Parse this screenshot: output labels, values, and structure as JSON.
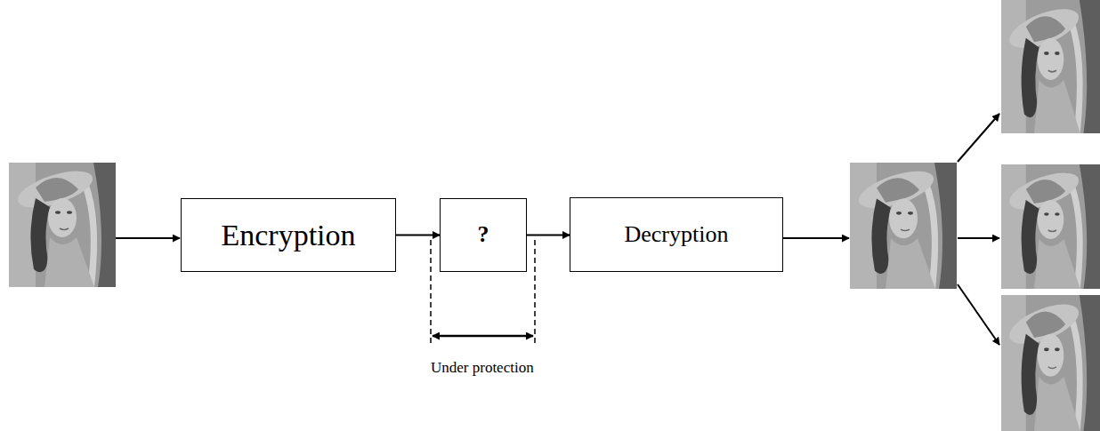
{
  "diagram": {
    "nodes": [
      {
        "text": [
          "Encryption"
        ]
      },
      {
        "text": [
          "?"
        ]
      },
      {
        "text": [
          "Decryption"
        ]
      }
    ],
    "edges": [
      {
        "from": 0,
        "to": 1,
        "arrow": "to"
      },
      {
        "from": 1,
        "to": 2,
        "arrow": "to"
      }
    ],
    "labels": [
      "Under protection"
    ]
  }
}
